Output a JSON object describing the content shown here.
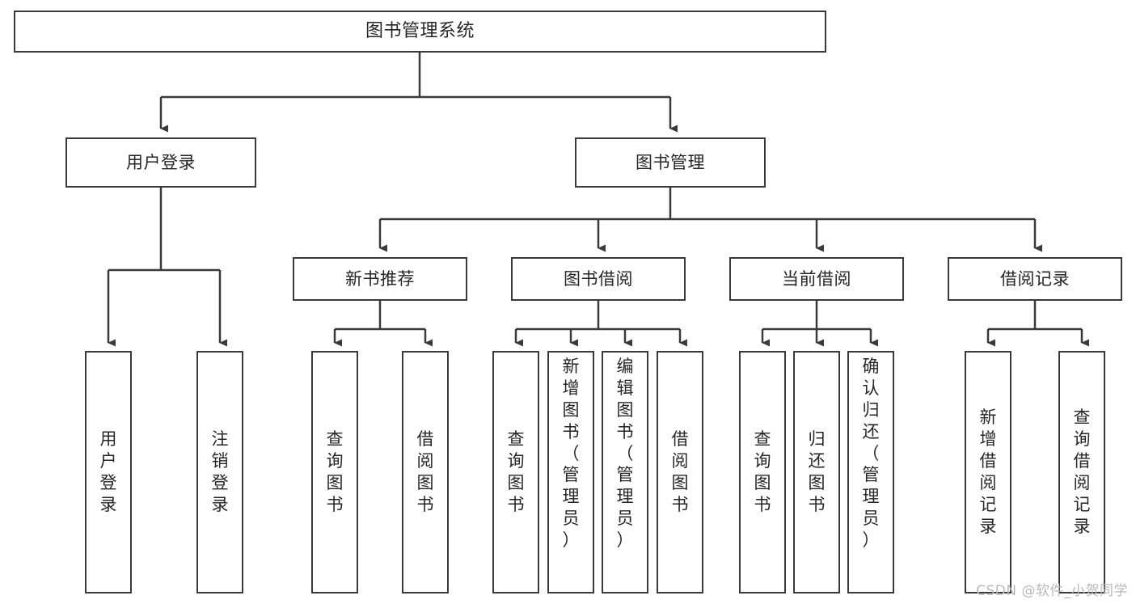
{
  "diagram": {
    "title": "图书管理系统",
    "type": "tree",
    "levels": [
      {
        "level": 1,
        "nodes": [
          {
            "id": "root",
            "label": "图书管理系统",
            "orientation": "horizontal"
          }
        ]
      },
      {
        "level": 2,
        "nodes": [
          {
            "id": "user-login",
            "label": "用户登录",
            "orientation": "horizontal",
            "parent": "root"
          },
          {
            "id": "book-manage",
            "label": "图书管理",
            "orientation": "horizontal",
            "parent": "root"
          }
        ]
      },
      {
        "level": 3,
        "nodes": [
          {
            "id": "new-book-rec",
            "label": "新书推荐",
            "orientation": "horizontal",
            "parent": "book-manage"
          },
          {
            "id": "book-borrow",
            "label": "图书借阅",
            "orientation": "horizontal",
            "parent": "book-manage"
          },
          {
            "id": "current-borrow",
            "label": "当前借阅",
            "orientation": "horizontal",
            "parent": "book-manage"
          },
          {
            "id": "borrow-record",
            "label": "借阅记录",
            "orientation": "horizontal",
            "parent": "book-manage"
          }
        ]
      },
      {
        "level": 4,
        "nodes": [
          {
            "id": "leaf-user-login",
            "label": "用户登录",
            "orientation": "vertical",
            "parent": "user-login"
          },
          {
            "id": "leaf-logout",
            "label": "注销登录",
            "orientation": "vertical",
            "parent": "user-login"
          },
          {
            "id": "leaf-query-book-1",
            "label": "查询图书",
            "orientation": "vertical",
            "parent": "new-book-rec"
          },
          {
            "id": "leaf-borrow-book-1",
            "label": "借阅图书",
            "orientation": "vertical",
            "parent": "new-book-rec"
          },
          {
            "id": "leaf-query-book-2",
            "label": "查询图书",
            "orientation": "vertical",
            "parent": "book-borrow"
          },
          {
            "id": "leaf-add-book",
            "label": "新增图书（管理员）",
            "orientation": "vertical",
            "parent": "book-borrow"
          },
          {
            "id": "leaf-edit-book",
            "label": "编辑图书（管理员）",
            "orientation": "vertical",
            "parent": "book-borrow"
          },
          {
            "id": "leaf-borrow-book-2",
            "label": "借阅图书",
            "orientation": "vertical",
            "parent": "book-borrow"
          },
          {
            "id": "leaf-query-book-3",
            "label": "查询图书",
            "orientation": "vertical",
            "parent": "current-borrow"
          },
          {
            "id": "leaf-return-book",
            "label": "归还图书",
            "orientation": "vertical",
            "parent": "current-borrow"
          },
          {
            "id": "leaf-confirm-return",
            "label": "确认归还（管理员）",
            "orientation": "vertical",
            "parent": "current-borrow"
          },
          {
            "id": "leaf-add-record",
            "label": "新增借阅记录",
            "orientation": "vertical",
            "parent": "borrow-record"
          },
          {
            "id": "leaf-query-record",
            "label": "查询借阅记录",
            "orientation": "vertical",
            "parent": "borrow-record"
          }
        ]
      }
    ],
    "colors": {
      "stroke": "#3a3a3a",
      "text": "#262626",
      "background": "#ffffff",
      "watermark": "#b9b9b9"
    }
  },
  "watermark": {
    "text": "CSDN @软件_小贺同学"
  }
}
